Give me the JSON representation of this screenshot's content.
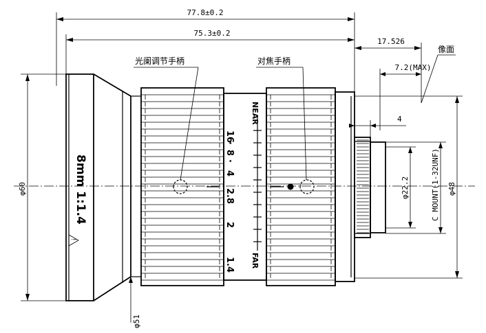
{
  "dimensions": {
    "overall_length": "77.8±0.2",
    "body_length": "75.3±0.2",
    "flange_distance": "17.526",
    "max_protrusion": "7.2(MAX)",
    "mount_length": "4",
    "front_diameter": "φ60",
    "front_inner_diameter": "φ51",
    "body_diameter": "φ48",
    "rear_diameter": "φ22.2",
    "mount_thread": "C MOUNT(1-32UNF)"
  },
  "callouts": {
    "iris_handle": "光阑调节手柄",
    "focus_handle": "对焦手柄",
    "image_plane": "像面"
  },
  "lens_label": {
    "spec": "8mm 1:1.4",
    "warning_symbol": "!"
  },
  "aperture_scale": [
    "16",
    "·",
    "8",
    "·",
    "4",
    "2.8",
    "2",
    "1.4"
  ],
  "focus_scale": {
    "near": "NEAR",
    "far": "FAR"
  }
}
